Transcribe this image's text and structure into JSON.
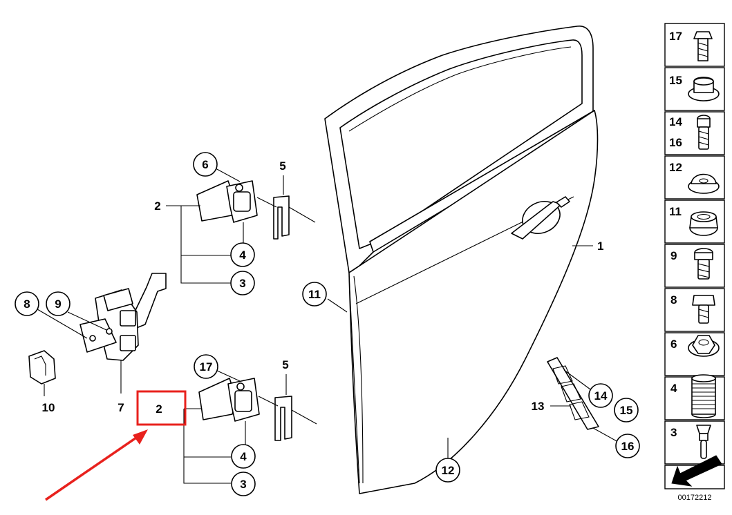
{
  "diagram_code": "00172212",
  "highlight_color": "#e8211d",
  "callouts": {
    "door": "1",
    "hinge_upper": "2",
    "hinge_lower": "2",
    "bush_upper": "3",
    "bush_lower": "3",
    "ring_upper": "4",
    "ring_lower": "4",
    "shim_upper": "5",
    "shim_lower": "5",
    "nut": "6",
    "check_arm": "7",
    "bolt_8": "8",
    "bolt_9": "9",
    "clip_10": "10",
    "grommet_11": "11",
    "plug_12": "12",
    "bracket_13": "13",
    "screw_14": "14",
    "screw_15": "15",
    "screw_16": "16",
    "screw_17": "17"
  },
  "legend": [
    {
      "labels": [
        "17"
      ],
      "icon": "torx-bolt-icon"
    },
    {
      "labels": [
        "15"
      ],
      "icon": "cap-nut-icon"
    },
    {
      "labels": [
        "14",
        "16"
      ],
      "icon": "collar-bolt-icon"
    },
    {
      "labels": [
        "12"
      ],
      "icon": "round-plug-icon"
    },
    {
      "labels": [
        "11"
      ],
      "icon": "grommet-icon"
    },
    {
      "labels": [
        "9"
      ],
      "icon": "torx-screw-icon"
    },
    {
      "labels": [
        "8"
      ],
      "icon": "hex-bolt-icon"
    },
    {
      "labels": [
        "6"
      ],
      "icon": "flange-nut-icon"
    },
    {
      "labels": [
        "4"
      ],
      "icon": "knurled-sleeve-icon"
    },
    {
      "labels": [
        "3"
      ],
      "icon": "hinge-pin-icon"
    },
    {
      "labels": [],
      "icon": "direction-arrow-icon"
    }
  ]
}
